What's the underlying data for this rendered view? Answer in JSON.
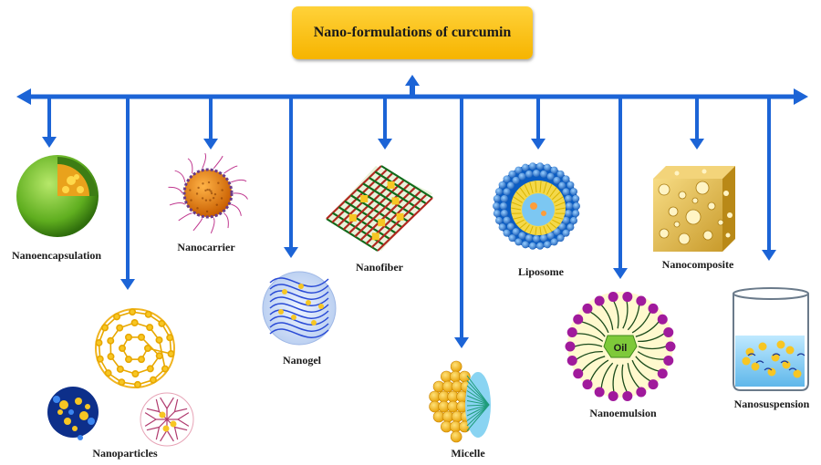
{
  "title": "Nano-formulations of curcumin",
  "items": [
    {
      "label": "Nanoencapsulation"
    },
    {
      "label": "Nanoparticles"
    },
    {
      "label": "Nanocarrier"
    },
    {
      "label": "Nanogel"
    },
    {
      "label": "Nanofiber"
    },
    {
      "label": "Micelle"
    },
    {
      "label": "Liposome"
    },
    {
      "label": "Nanoemulsion"
    },
    {
      "label": "Nanocomposite"
    },
    {
      "label": "Nanosuspension"
    }
  ],
  "emulsion_core_label": "Oil",
  "colors": {
    "arrow": "#1c64d6",
    "title_fill": "#f8c21a",
    "curcumin": "#f9c623",
    "lipid_head": "#2f8fe0",
    "emulsion_head": "#a01a9c"
  }
}
